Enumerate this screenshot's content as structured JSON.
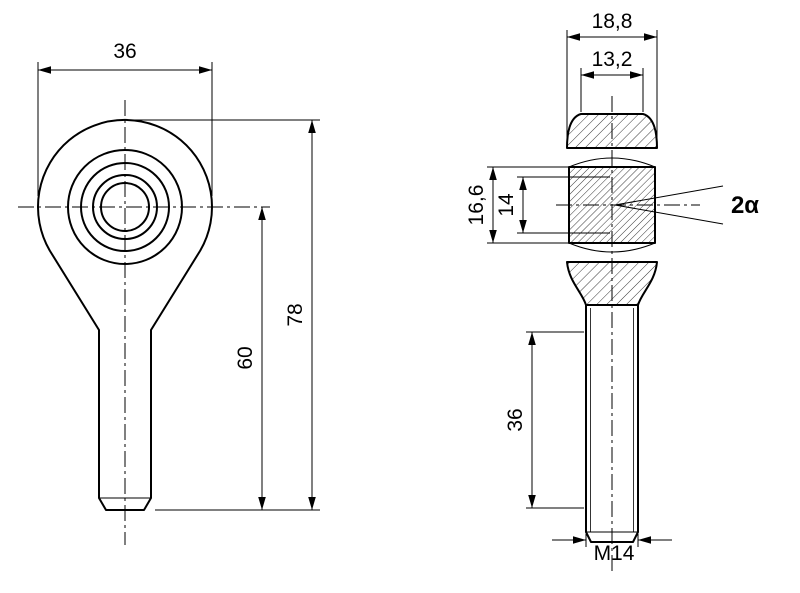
{
  "front_view": {
    "dim_head_diameter": "36",
    "dim_center_to_end": "60",
    "dim_total_length": "78"
  },
  "side_view": {
    "dim_outer_width": "18,8",
    "dim_inner_width": "13,2",
    "dim_head_height": "16,6",
    "dim_bore_height": "14",
    "dim_thread_length": "36",
    "dim_thread_size": "M14",
    "dim_angle": "2α"
  }
}
